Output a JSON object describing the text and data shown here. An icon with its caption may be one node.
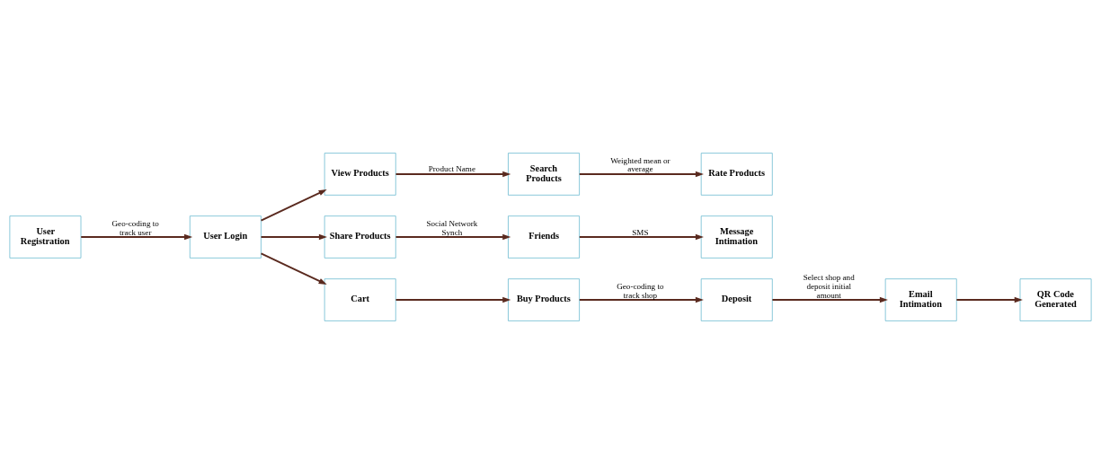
{
  "diagram": {
    "nodes": [
      {
        "text": [
          "User Registration"
        ]
      },
      {
        "text": [
          "User Login"
        ]
      },
      {
        "text": [
          "View Products"
        ]
      },
      {
        "text": [
          "Search Products"
        ]
      },
      {
        "text": [
          "Rate Products"
        ]
      },
      {
        "text": [
          "Share Products"
        ]
      },
      {
        "text": [
          "Friends"
        ]
      },
      {
        "text": [
          "Message Intimation"
        ]
      },
      {
        "text": [
          "Cart"
        ]
      },
      {
        "text": [
          "Buy Products"
        ]
      },
      {
        "text": [
          "Deposit"
        ]
      },
      {
        "text": [
          "Email Intimation"
        ]
      },
      {
        "text": [
          "QR Code Generated"
        ]
      }
    ],
    "edges": [
      {
        "from": 0,
        "to": 1,
        "arrow": "to",
        "label": "Geo-coding to track user"
      },
      {
        "from": 1,
        "to": 2,
        "arrow": "to"
      },
      {
        "from": 1,
        "to": 5,
        "arrow": "to"
      },
      {
        "from": 1,
        "to": 8,
        "arrow": "to"
      },
      {
        "from": 2,
        "to": 3,
        "arrow": "to",
        "label": "Product Name"
      },
      {
        "from": 3,
        "to": 4,
        "arrow": "to",
        "label": "Weighted mean or average"
      },
      {
        "from": 5,
        "to": 6,
        "arrow": "to",
        "label": "Social Network Synch"
      },
      {
        "from": 6,
        "to": 7,
        "arrow": "to",
        "label": "SMS"
      },
      {
        "from": 8,
        "to": 9,
        "arrow": "to"
      },
      {
        "from": 9,
        "to": 10,
        "arrow": "to",
        "label": "Geo-coding to track shop"
      },
      {
        "from": 10,
        "to": 11,
        "arrow": "to",
        "label": "Select shop and deposit initial amount"
      },
      {
        "from": 11,
        "to": 12,
        "arrow": "to"
      }
    ]
  }
}
